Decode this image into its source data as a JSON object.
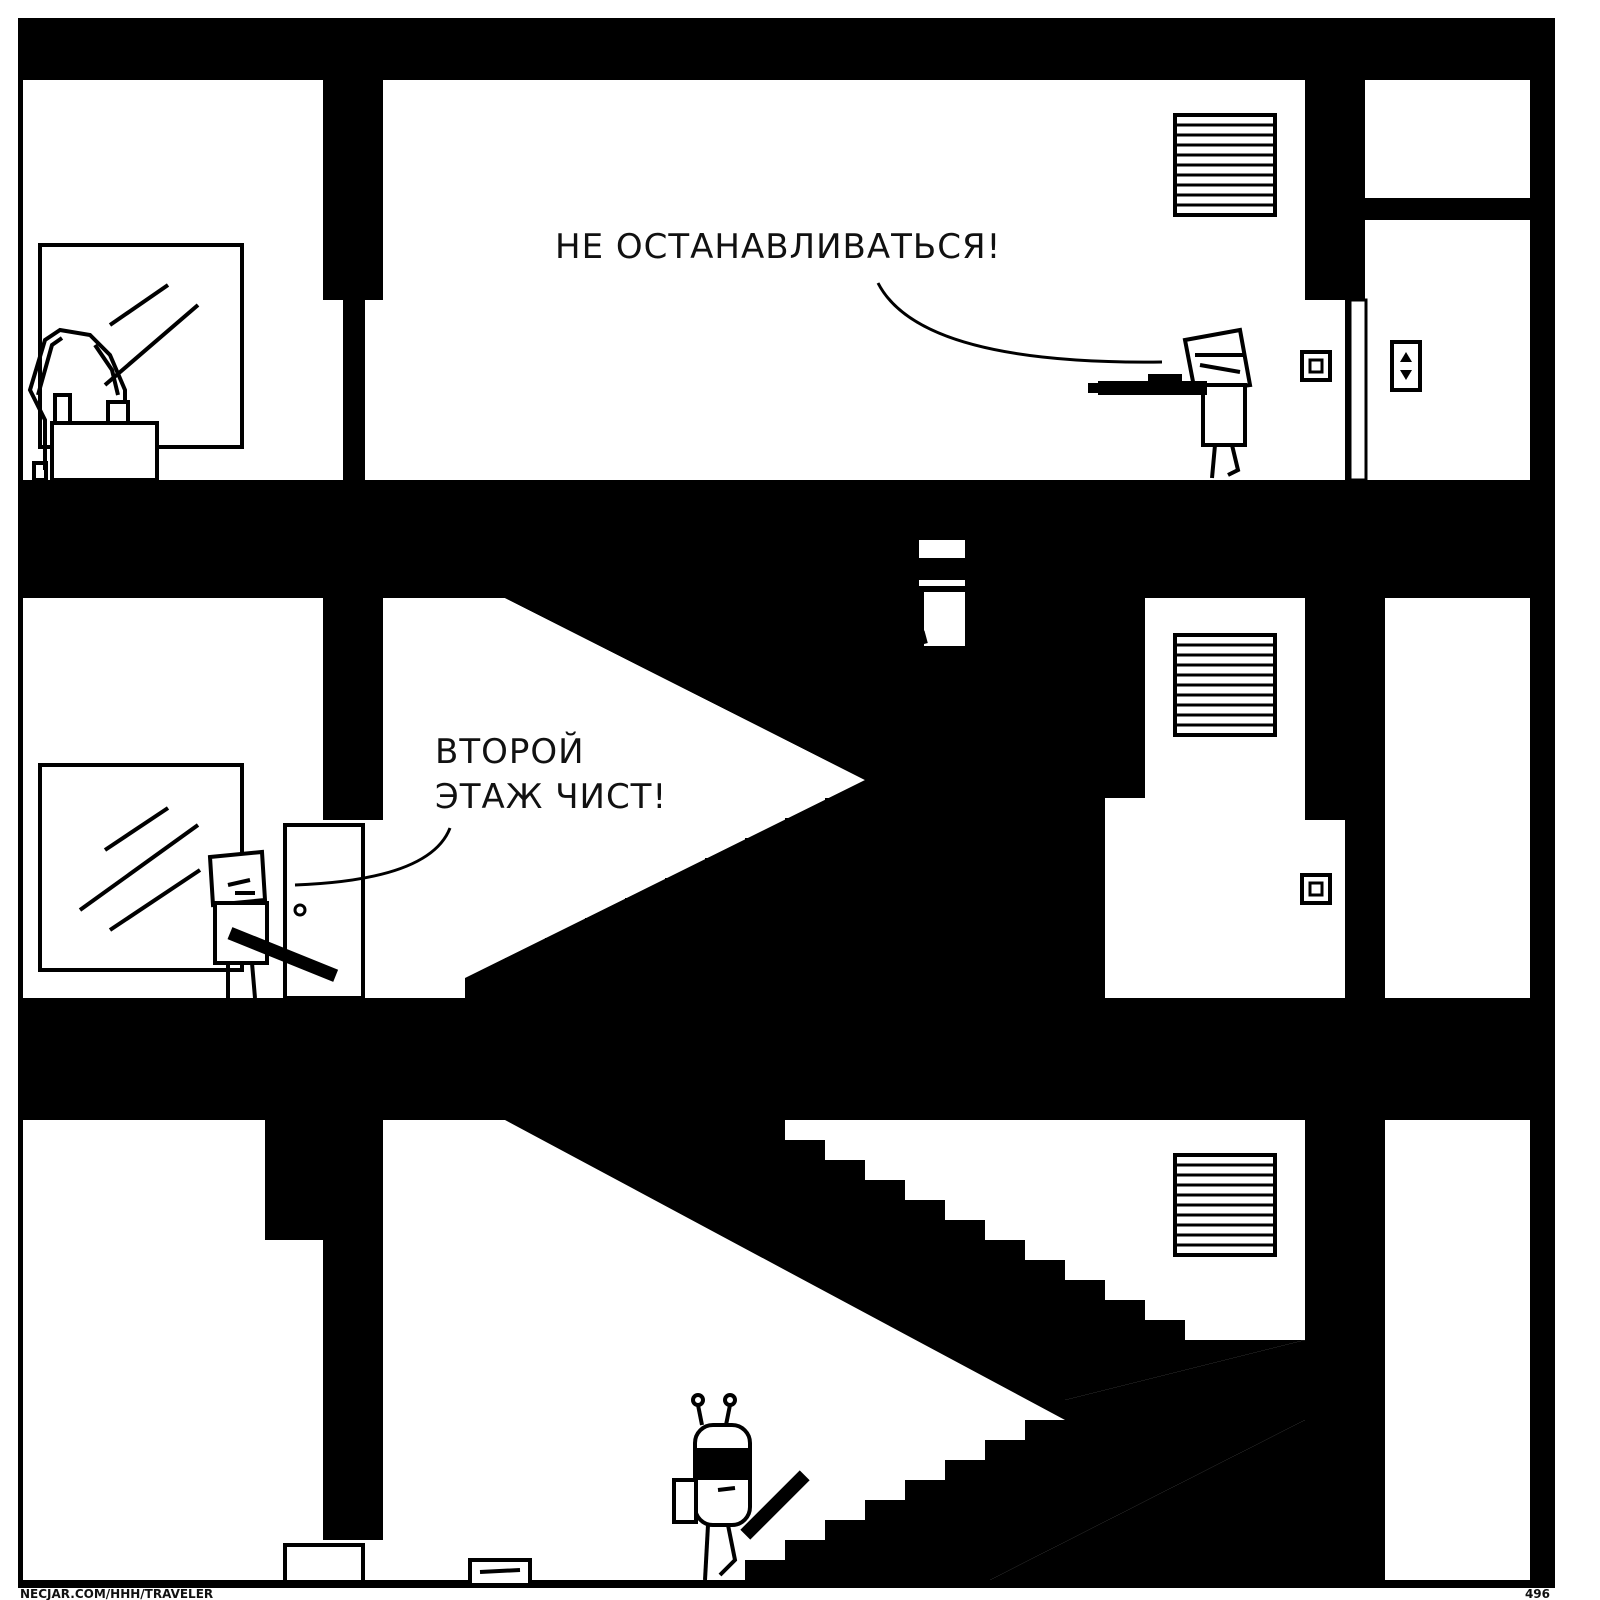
{
  "speech": {
    "top": "НЕ ОСТАНАВЛИВАТЬСЯ!",
    "middle_line1": "ВТОРОЙ",
    "middle_line2": "ЭТАЖ ЧИСТ!"
  },
  "footer": {
    "credit": "NECJAR.COM/HHH/TRAVELER",
    "page_number": "496"
  },
  "colors": {
    "ink": "#000000",
    "paper": "#ffffff"
  }
}
